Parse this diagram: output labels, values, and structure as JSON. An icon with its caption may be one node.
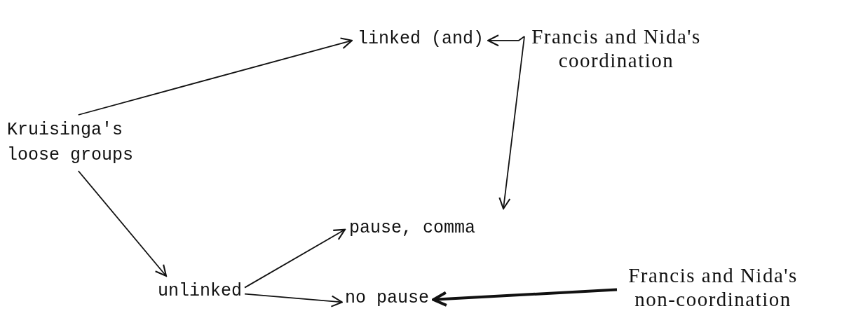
{
  "diagram": {
    "nodes": [
      {
        "text": [
          "Kruisinga's loose groups"
        ]
      },
      {
        "text": [
          "linked (and)"
        ]
      },
      {
        "text": [
          "Francis and Nida's coordination"
        ]
      },
      {
        "text": [
          "pause, comma"
        ]
      },
      {
        "text": [
          "unlinked"
        ]
      },
      {
        "text": [
          "no pause"
        ]
      },
      {
        "text": [
          "Francis and Nida's non-coordination"
        ]
      }
    ],
    "edges": [
      {
        "from": 0,
        "to": 1,
        "arrow": "to"
      },
      {
        "from": 2,
        "to": 1,
        "arrow": "to"
      },
      {
        "from": 2,
        "to": 3,
        "arrow": "to"
      },
      {
        "from": 0,
        "to": 4,
        "arrow": "to"
      },
      {
        "from": 4,
        "to": 3,
        "arrow": "to"
      },
      {
        "from": 4,
        "to": 5,
        "arrow": "to"
      },
      {
        "from": 6,
        "to": 5,
        "arrow": "to",
        "style": "thick"
      }
    ]
  }
}
